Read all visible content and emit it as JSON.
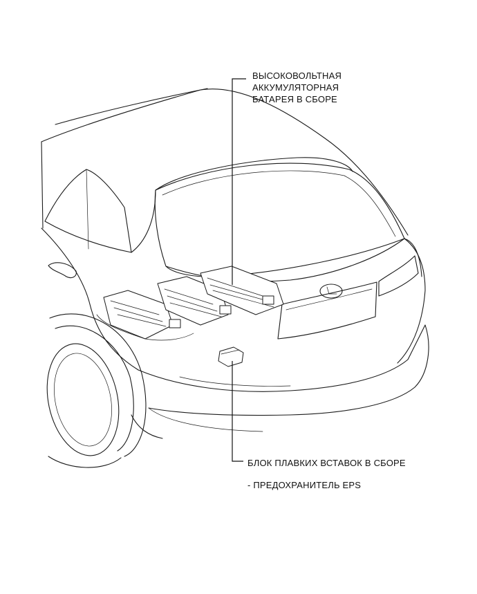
{
  "labels": {
    "battery": {
      "lines": [
        "ВЫСОКОВОЛЬТНАЯ",
        "АККУМУЛЯТОРНАЯ",
        "БАТАРЕЯ В СБОРЕ"
      ]
    },
    "fuse_block": "БЛОК ПЛАВКИХ ВСТАВОК В СБОРЕ",
    "eps_fuse": "- ПРЕДОХРАНИТЕЛЬ EPS"
  }
}
